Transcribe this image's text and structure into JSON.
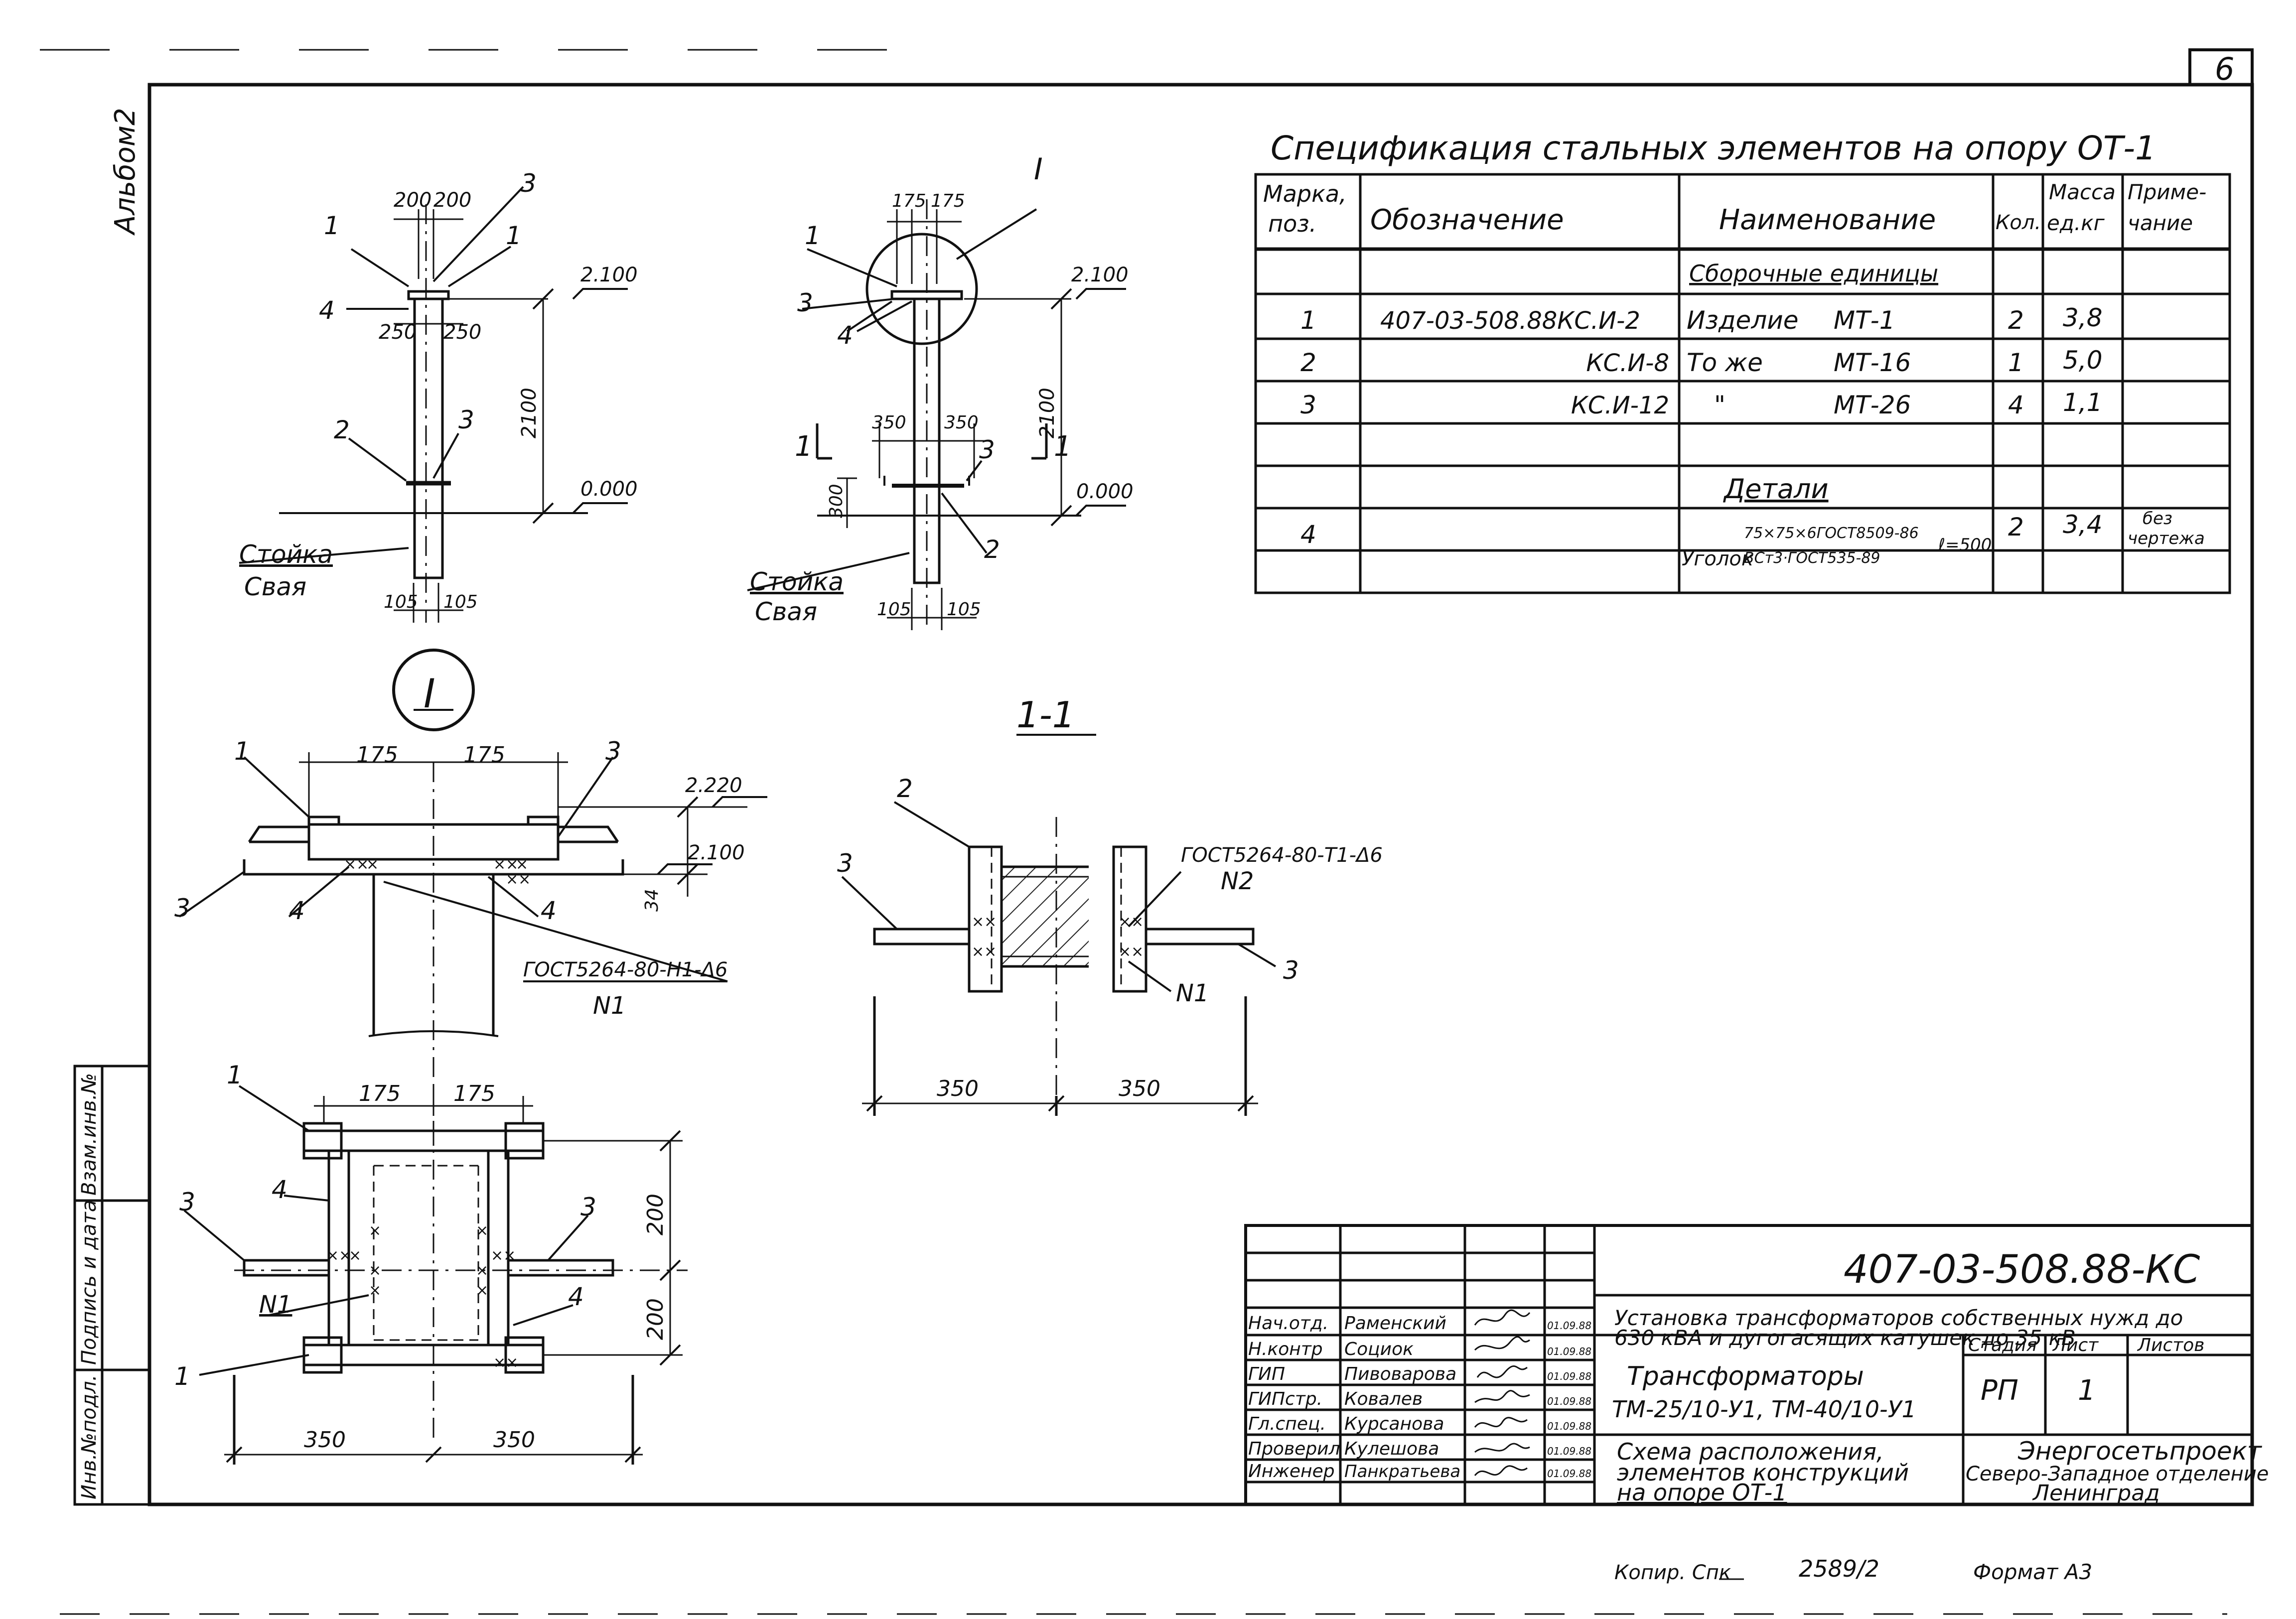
{
  "sheet": {
    "page_number": "6",
    "album_label": "Альбом2"
  },
  "side_stamp": {
    "inv_orig": "Инв.№подл.",
    "sign_date": "Подпись и дата",
    "inv_replace": "Взам.инв.№"
  },
  "spec": {
    "title": "Спецификация стальных элементов на опору ОТ-1",
    "headers": {
      "mark": [
        "Марка,",
        "поз."
      ],
      "designation": "Обозначение",
      "name": "Наименование",
      "qty": "Кол.",
      "mass": [
        "Масса",
        "ед.кг"
      ],
      "note": [
        "Приме-",
        "чание"
      ]
    },
    "section_assemblies": "Сборочные единицы",
    "section_details": "Детали",
    "rows": [
      {
        "pos": "1",
        "designation": "407-03-508.88КС.И-2",
        "name_a": "Изделие",
        "name_b": "МТ-1",
        "qty": "2",
        "mass": "3,8",
        "note": ""
      },
      {
        "pos": "2",
        "designation": "КС.И-8",
        "name_a": "То же",
        "name_b": "МТ-16",
        "qty": "1",
        "mass": "5,0",
        "note": ""
      },
      {
        "pos": "3",
        "designation": "КС.И-12",
        "name_a": "\"",
        "name_b": "МТ-26",
        "qty": "4",
        "mass": "1,1",
        "note": ""
      }
    ],
    "detail_row": {
      "pos": "4",
      "name_main": "Уголок",
      "name_top": "75×75×6ГОСТ8509-86",
      "name_bottom": "ВСт3·ГОСТ535-89",
      "length": "ℓ=500",
      "qty": "2",
      "mass": "3,4",
      "note": [
        "без",
        "чертежа"
      ]
    }
  },
  "views": {
    "view_a": {
      "dims_top": [
        "200",
        "200"
      ],
      "dims_mid": [
        "250",
        "250"
      ],
      "dims_bottom": [
        "105",
        "105"
      ],
      "height": "2100",
      "level_top": "2.100",
      "level_zero": "0.000",
      "labels": [
        "1",
        "1",
        "3",
        "4",
        "2",
        "3"
      ],
      "post_label": "Стойка",
      "pile_label": "Свая"
    },
    "view_b": {
      "node": "I",
      "dims_top": [
        "175",
        "175"
      ],
      "dims_mid": [
        "350",
        "350"
      ],
      "dims_bottom": [
        "105",
        "105"
      ],
      "height": "2100",
      "small_height": "300",
      "level_top": "2.100",
      "level_zero": "0.000",
      "section_marks": [
        "1",
        "1"
      ],
      "labels": [
        "1",
        "3",
        "4",
        "3",
        "2"
      ],
      "post_label": "Стойка",
      "pile_label": "Свая"
    },
    "node_detail": {
      "node": "I",
      "dims": [
        "175",
        "175"
      ],
      "level_a": "2.220",
      "level_b": "2.100",
      "small_dim": "34",
      "weld_note": "ГОСТ5264-80-Н1-Δ6",
      "weld_mark": "N1",
      "labels": [
        "1",
        "3",
        "3",
        "4",
        "4"
      ]
    },
    "section_11": {
      "title": "1-1",
      "weld_note": "ГОСТ5264-80-Т1-Δ6",
      "weld_mark_a": "N2",
      "weld_mark_b": "N1",
      "dims": [
        "350",
        "350"
      ],
      "labels": [
        "2",
        "3",
        "3"
      ]
    },
    "plan": {
      "dims_top": [
        "175",
        "175"
      ],
      "dims_side": [
        "200",
        "200"
      ],
      "dims_bottom": [
        "350",
        "350"
      ],
      "weld_mark": "N1",
      "labels": [
        "1",
        "4",
        "3",
        "3",
        "4",
        "1"
      ]
    }
  },
  "title_block": {
    "code": "407-03-508.88-КС",
    "roles": [
      {
        "role": "Нач.отд.",
        "name": "Раменский",
        "date": "01.09.88"
      },
      {
        "role": "Н.контр",
        "name": "Социок",
        "date": "01.09.88"
      },
      {
        "role": "ГИП",
        "name": "Пивоварова",
        "date": "01.09.88"
      },
      {
        "role": "ГИПстр.",
        "name": "Ковалев",
        "date": "01.09.88"
      },
      {
        "role": "Гл.спец.",
        "name": "Курсанова",
        "date": "01.09.88"
      },
      {
        "role": "Проверил",
        "name": "Кулешова",
        "date": "01.09.88"
      },
      {
        "role": "Инженер",
        "name": "Панкратьева",
        "date": "01.09.88"
      }
    ],
    "project_title": [
      "Установка трансформаторов собственных нужд до",
      "630 кВА и дугогасящих катушек до 35 кВ"
    ],
    "object_title": [
      "Трансформаторы",
      "ТМ-25/10-У1, ТМ-40/10-У1"
    ],
    "stage_header": "Стадия",
    "sheet_header": "Лист",
    "sheets_header": "Листов",
    "stage": "РП",
    "sheet": "1",
    "sheets": "",
    "drawing_title": [
      "Схема расположения,",
      "элементов конструкций",
      "на опоре ОТ-1"
    ],
    "org": [
      "Энергосетьпроект",
      "Северо-Западное отделение",
      "Ленинград"
    ]
  },
  "footer": {
    "copied": "Копир. Спк",
    "number": "2589/2",
    "format": "Формат А3"
  }
}
